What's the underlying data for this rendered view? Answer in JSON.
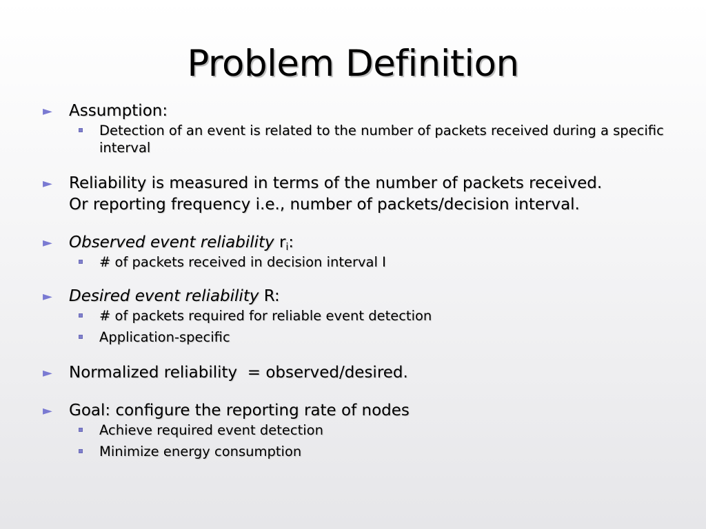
{
  "slide": {
    "title": "Problem Definition",
    "bullets": {
      "assumption": {
        "label": "Assumption:",
        "subs": [
          "Detection of an event is related to the number of packets received during a specific interval"
        ]
      },
      "reliability": {
        "line1": "Reliability is measured in terms of the number of packets received.",
        "line2": "Or reporting frequency i.e., number of packets/decision interval."
      },
      "observed": {
        "label_italic": "Observed event reliability",
        "symbol": "r",
        "subscript": "i",
        "suffix": ":",
        "subs": [
          "# of packets received in decision interval I"
        ]
      },
      "desired": {
        "label_italic": "Desired event reliability",
        "suffix": " R:",
        "subs": [
          "# of packets required for reliable event detection",
          "Application-specific"
        ]
      },
      "normalized": {
        "label": "Normalized reliability  = observed/desired."
      },
      "goal": {
        "label": "Goal: configure the reporting rate of nodes",
        "subs": [
          "Achieve required event detection",
          "Minimize energy consumption"
        ]
      }
    },
    "markers": {
      "bullet_glyph": "►",
      "bullet_color": "#7a7ad2",
      "sub_color": "#8080cc"
    }
  }
}
